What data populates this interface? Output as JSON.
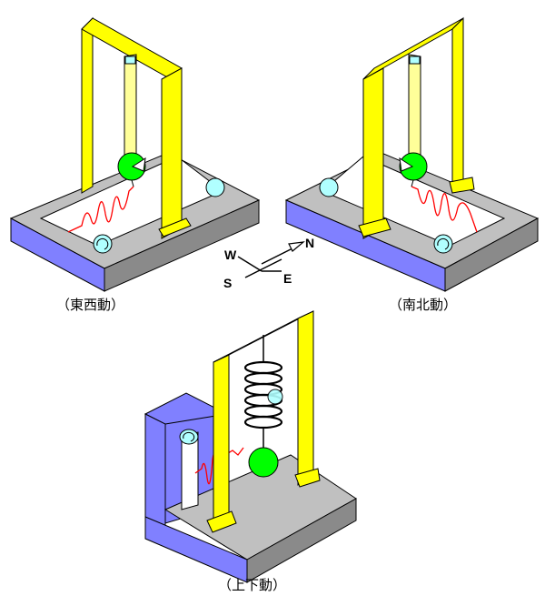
{
  "captions": {
    "east_west": "（東西動）",
    "north_south": "（南北動）",
    "vertical": "（上下動）"
  },
  "compass": {
    "west": "W",
    "north": "N",
    "south": "S",
    "east": "E"
  },
  "colors": {
    "frame": "#ffff00",
    "base_top": "#c0c0c0",
    "base_side": "#8080ff",
    "base_front": "#8a8a8a",
    "mass": "#00ff00",
    "drum": "#b0ffff",
    "trace": "#ff0000",
    "paper": "#ffffff"
  }
}
